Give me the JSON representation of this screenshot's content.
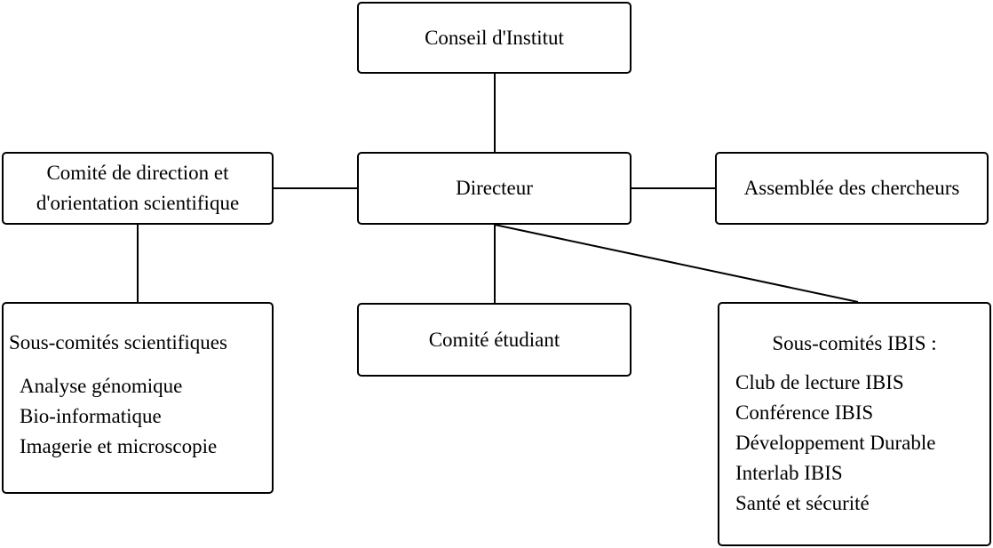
{
  "boxes": {
    "conseil": "Conseil d'Institut",
    "directeur": "Directeur",
    "comite_direction_line1": "Comité de direction et",
    "comite_direction_line2": "d'orientation scientifique",
    "assemblee": "Assemblée des chercheurs",
    "comite_etudiant": "Comité étudiant"
  },
  "sous_comites_scientifiques": {
    "title": "Sous-comités scientifiques",
    "items": [
      "Analyse génomique",
      "Bio-informatique",
      "Imagerie et microscopie"
    ]
  },
  "sous_comites_ibis": {
    "title": "Sous-comités IBIS :",
    "items": [
      "Club de lecture IBIS",
      "Conférence IBIS",
      "Développement Durable",
      "Interlab IBIS",
      "Santé et sécurité"
    ]
  }
}
